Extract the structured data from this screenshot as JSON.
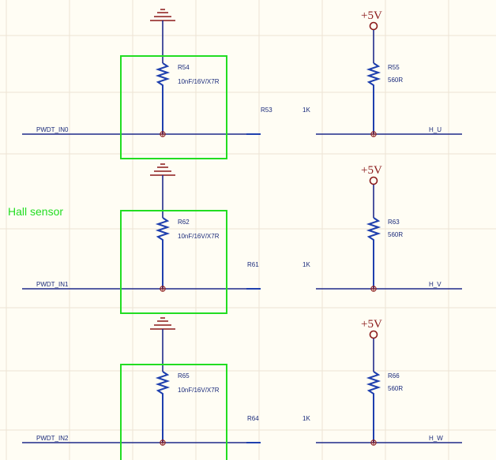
{
  "annotation": {
    "text": "Hall sensor",
    "color": "#22dd22"
  },
  "colors": {
    "wire": "#1f2a8a",
    "resistor": "#1e3fae",
    "power": "#8b1a1a",
    "highlight": "#22dd22",
    "background": "#fffdf4"
  },
  "channels": [
    {
      "net_in": "PWDT_IN0",
      "net_out": "H_U",
      "cap": {
        "ref": "R54",
        "value": "10nF/16V/X7R"
      },
      "series": {
        "ref": "R53",
        "value": "1K"
      },
      "pullup": {
        "ref": "R55",
        "value": "560R",
        "supply": "+5V"
      }
    },
    {
      "net_in": "PWDT_IN1",
      "net_out": "H_V",
      "cap": {
        "ref": "R62",
        "value": "10nF/16V/X7R"
      },
      "series": {
        "ref": "R61",
        "value": "1K"
      },
      "pullup": {
        "ref": "R63",
        "value": "560R",
        "supply": "+5V"
      }
    },
    {
      "net_in": "PWDT_IN2",
      "net_out": "H_W",
      "cap": {
        "ref": "R65",
        "value": "10nF/16V/X7R"
      },
      "series": {
        "ref": "R64",
        "value": "1K"
      },
      "pullup": {
        "ref": "R66",
        "value": "560R",
        "supply": "+5V"
      }
    }
  ]
}
